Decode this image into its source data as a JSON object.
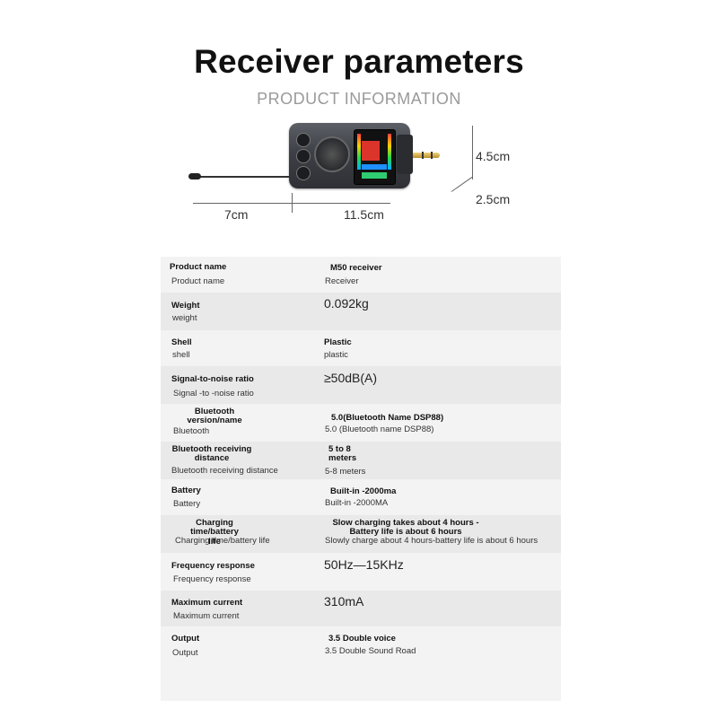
{
  "header": {
    "title": "Receiver parameters",
    "subtitle": "PRODUCT INFORMATION"
  },
  "dimensions": {
    "antenna_length": "7cm",
    "body_length": "11.5cm",
    "height": "4.5cm",
    "depth": "2.5cm"
  },
  "specs": [
    {
      "label": "Product name",
      "label_sub": "Product name",
      "value": "M50 receiver",
      "value_sub": "Receiver",
      "value_style": "bold"
    },
    {
      "label": "Weight",
      "label_sub": "weight",
      "value": "0.092kg",
      "value_sub": "",
      "value_style": "big"
    },
    {
      "label": "Shell",
      "label_sub": "shell",
      "value": "Plastic",
      "value_sub": "plastic",
      "value_style": "bold"
    },
    {
      "label": "Signal-to-noise ratio",
      "label_sub": "Signal -to -noise ratio",
      "value": "≥50dB(A)",
      "value_sub": "",
      "value_style": "big"
    },
    {
      "label": "Bluetooth version/name",
      "label_sub": "Bluetooth",
      "value": "5.0(Bluetooth Name DSP88)",
      "value_sub": "5.0 (Bluetooth name DSP88)",
      "value_style": "bold"
    },
    {
      "label": "Bluetooth receiving distance",
      "label_sub": "Bluetooth receiving distance",
      "value": "5 to 8 meters",
      "value_sub": "5-8 meters",
      "value_style": "bold"
    },
    {
      "label": "Battery",
      "label_sub": "Battery",
      "value": "Built-in -2000ma",
      "value_sub": "Built-in -2000MA",
      "value_style": "bold"
    },
    {
      "label": "Charging time/battery life",
      "label_sub": "Charging time/battery life",
      "value": "Slow charging takes about 4 hours - Battery life is about 6 hours",
      "value_sub": "Slowly charge about 4 hours-battery life is about 6 hours",
      "value_style": "bold"
    },
    {
      "label": "Frequency response",
      "label_sub": "Frequency response",
      "value": "50Hz—15KHz",
      "value_sub": "",
      "value_style": "big"
    },
    {
      "label": "Maximum current",
      "label_sub": "Maximum current",
      "value": "310mA",
      "value_sub": "",
      "value_style": "big"
    },
    {
      "label": "Output",
      "label_sub": "Output",
      "value": "3.5 Double voice",
      "value_sub": "3.5 Double Sound Road",
      "value_style": "bold"
    }
  ]
}
